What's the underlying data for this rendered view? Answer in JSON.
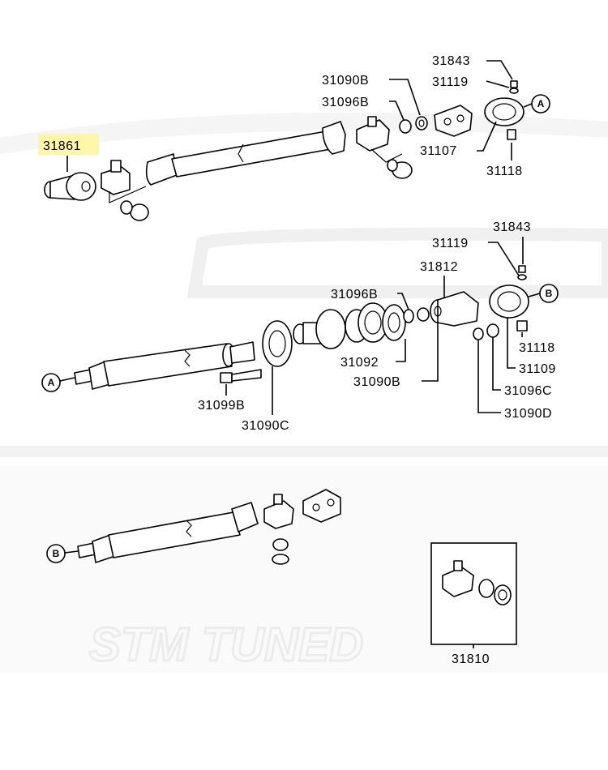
{
  "diagram": {
    "highlight_color": "#fff7a8",
    "watermark": "STM TUNED",
    "labels": {
      "p31861": "31861",
      "p31090B_top": "31090B",
      "p31096B_top": "31096B",
      "p31843_top": "31843",
      "p31119_top": "31119",
      "p31107": "31107",
      "p31118_top": "31118",
      "p31843_mid": "31843",
      "p31119_mid": "31119",
      "p31812": "31812",
      "p31096B_mid": "31096B",
      "p31092": "31092",
      "p31090B_mid": "31090B",
      "p31118_mid": "31118",
      "p31109": "31109",
      "p31096C": "31096C",
      "p31090D": "31090D",
      "p31099B": "31099B",
      "p31090C": "31090C",
      "p31810": "31810"
    },
    "callouts": {
      "A_top": "A",
      "A_mid": "A",
      "B_mid": "B",
      "B_bottom": "B"
    }
  }
}
